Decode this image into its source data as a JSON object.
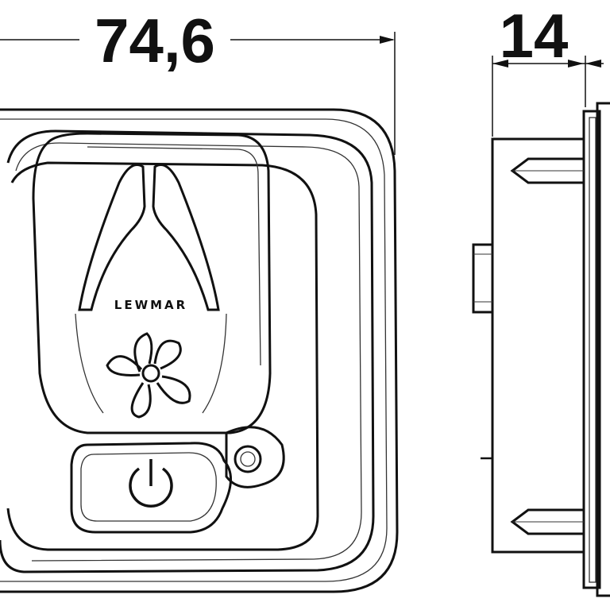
{
  "dimensions": {
    "width_label": "74,6",
    "depth_label": "14"
  },
  "product": {
    "brand_logo": "LEWMAR",
    "icons": [
      "fan-icon",
      "power-icon"
    ]
  },
  "colors": {
    "line": "#111111",
    "background": "#ffffff"
  }
}
